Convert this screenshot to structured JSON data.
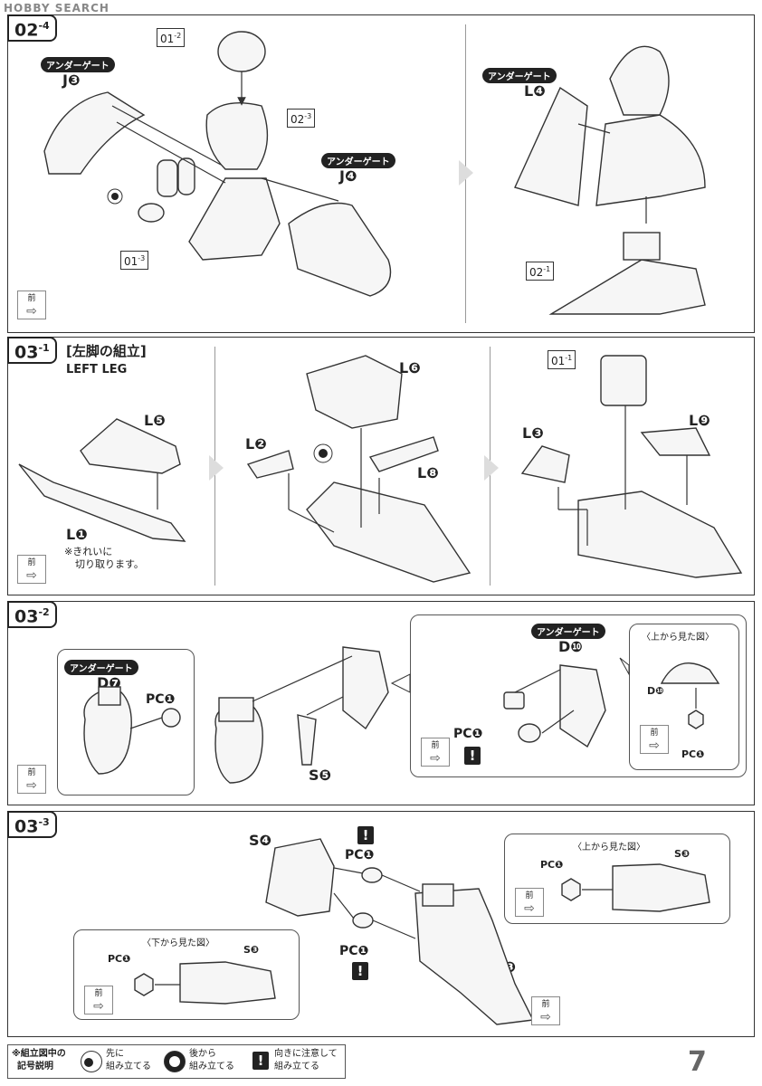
{
  "header": {
    "logo": "HOBBY SEARCH"
  },
  "sec_02_4": {
    "tag": "02",
    "tag_sup": "-4",
    "refs": {
      "r1": "01",
      "r1s": "-2",
      "r2": "02",
      "r2s": "-3",
      "r3": "01",
      "r3s": "-3",
      "r4": "02",
      "r4s": "-1"
    },
    "ug1": "アンダーゲート",
    "j3": "J❸",
    "ug2": "アンダーゲート",
    "j4": "J❹",
    "ug3": "アンダーゲート",
    "l4": "L❹",
    "front": "前"
  },
  "sec_03_1": {
    "tag": "03",
    "tag_sup": "-1",
    "title_jp": "[左脚の組立]",
    "title_en": "LEFT LEG",
    "l5": "L❺",
    "l1": "L❶",
    "note1": "※きれいに",
    "note2": "切り取ります。",
    "l6": "L❻",
    "l2": "L❷",
    "l8": "L❽",
    "ref1": "01",
    "ref1s": "-1",
    "l3": "L❸",
    "l9": "L❾",
    "front": "前"
  },
  "sec_03_2": {
    "tag": "03",
    "tag_sup": "-2",
    "ug1": "アンダーゲート",
    "d7": "D❼",
    "pc1": "PC❶",
    "s5": "S❺",
    "ug2": "アンダーゲート",
    "d10": "D❿",
    "pc2": "PC❶",
    "inset_title": "〈上から見た図〉",
    "inset_d10": "D❿",
    "inset_pc": "PC❶",
    "front": "前"
  },
  "sec_03_3": {
    "tag": "03",
    "tag_sup": "-3",
    "s4": "S❹",
    "pc_top": "PC❶",
    "pc_bottom": "PC❶",
    "s3": "S❸",
    "inset_top_title": "〈上から見た図〉",
    "inset_top_pc": "PC❶",
    "inset_top_s3": "S❸",
    "inset_bottom_title": "〈下から見た図〉",
    "inset_bottom_pc": "PC❶",
    "inset_bottom_s3": "S❸",
    "front": "前"
  },
  "legend": {
    "title1": "※組立図中の",
    "title2": "記号説明",
    "item1a": "先に",
    "item1b": "組み立てる",
    "item2a": "後から",
    "item2b": "組み立てる",
    "item3a": "向きに注意して",
    "item3b": "組み立てる"
  },
  "page_number": "7"
}
